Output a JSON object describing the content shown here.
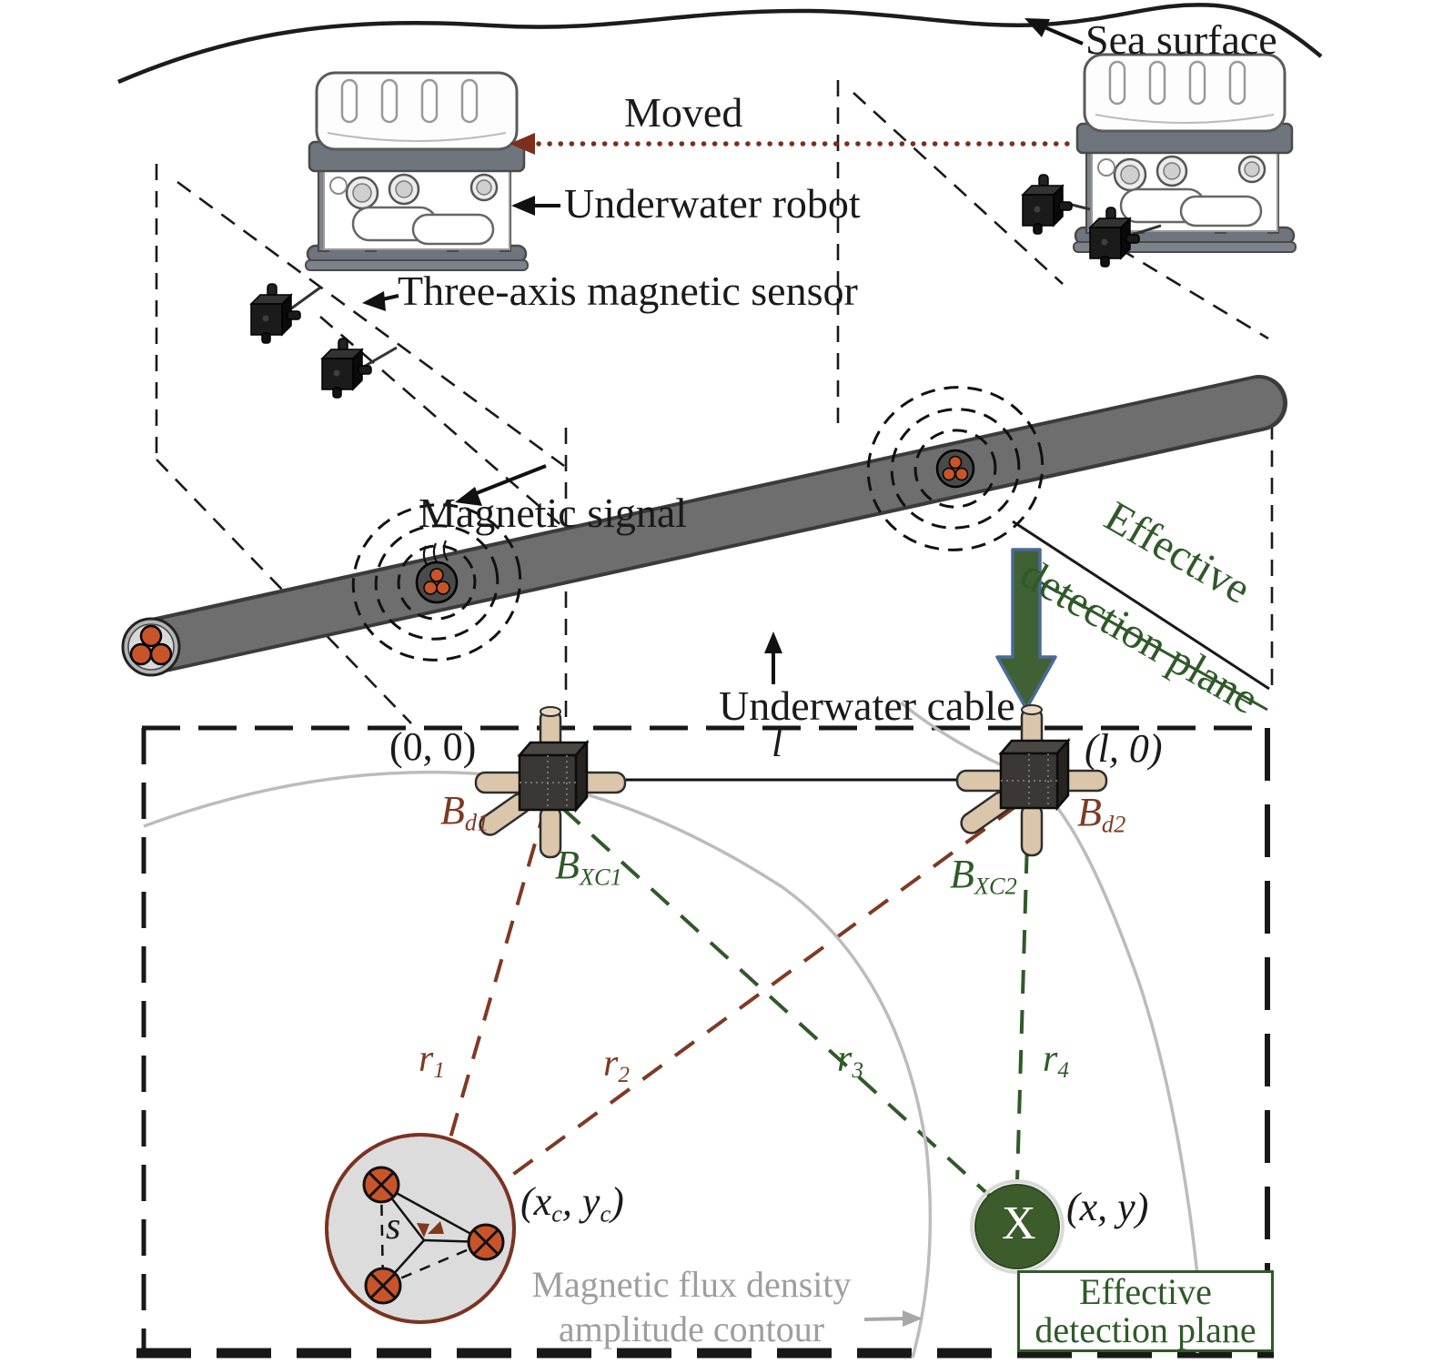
{
  "figure": {
    "top": {
      "sea_surface": "Sea surface",
      "moved": "Moved",
      "underwater_robot": "Underwater robot",
      "three_axis_sensor": "Three-axis magnetic sensor"
    },
    "middle": {
      "magnetic_signal": "Magnetic signal",
      "underwater_cable": "Underwater cable",
      "effective_word": "Effective",
      "detection_plane_word": "detection plane"
    },
    "panel": {
      "origin": "(0, 0)",
      "baseline_length": "l",
      "l_point": "(l, 0)",
      "b_d1": {
        "base": "B",
        "sub": "d1"
      },
      "b_xc1": {
        "base": "B",
        "sub": "XC1"
      },
      "b_d2": {
        "base": "B",
        "sub": "d2"
      },
      "b_xc2": {
        "base": "B",
        "sub": "XC2"
      },
      "r1": {
        "base": "r",
        "sub": "1"
      },
      "r2": {
        "base": "r",
        "sub": "2"
      },
      "r3": {
        "base": "r",
        "sub": "3"
      },
      "r4": {
        "base": "r",
        "sub": "4"
      },
      "cable_center": {
        "p1": "(x",
        "s1": "c",
        "p2": ", y",
        "s2": "c",
        "p3": ")"
      },
      "s_label": "s",
      "x_marker": "X",
      "xy_point": "(x, y)",
      "flux_line1": "Magnetic flux density",
      "flux_line2": "amplitude contour",
      "box_line1": "Effective",
      "box_line2": "detection plane"
    },
    "colors": {
      "brown": "#7e3a22",
      "dark_green": "#2f5a28",
      "arrow_fill": "#3f6134",
      "arrow_border": "#4a6a9b",
      "contour_gray": "#bcbcbc",
      "text_gray": "#9e9e9e",
      "conductor_orange": "#c8542a",
      "cable_gray": "#6e6e6e"
    }
  }
}
